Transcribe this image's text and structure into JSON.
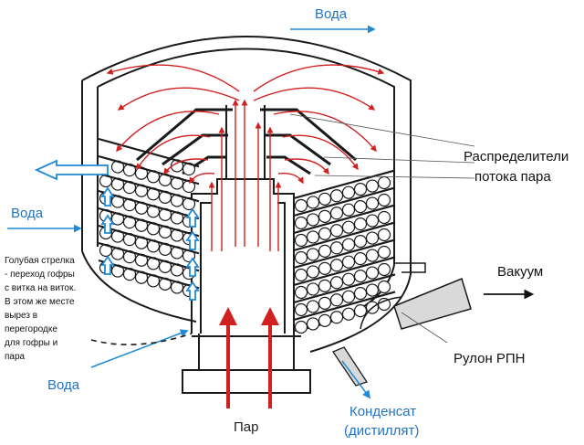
{
  "labels": {
    "water_top": "Вода",
    "water_left": "Вода",
    "water_bottom": "Вода",
    "distributors_line1": "Распределители",
    "distributors_line2": "потока пара",
    "vacuum": "Вакуум",
    "roll": "Рулон РПН",
    "steam": "Пар",
    "condensate_line1": "Конденсат",
    "condensate_line2": "(дистиллят)"
  },
  "note": [
    "Голубая стрелка",
    "- переход гофры",
    "с витка на виток.",
    "В этом же месте",
    "вырез в",
    "перегородке",
    "для гофры и",
    "пара"
  ],
  "colors": {
    "outline": "#1a1a1a",
    "steam_red": "#d0201f",
    "water_blue": "#1f8ad6",
    "gray_tube": "#d9d9d9",
    "text_blue": "#1f74c8"
  }
}
